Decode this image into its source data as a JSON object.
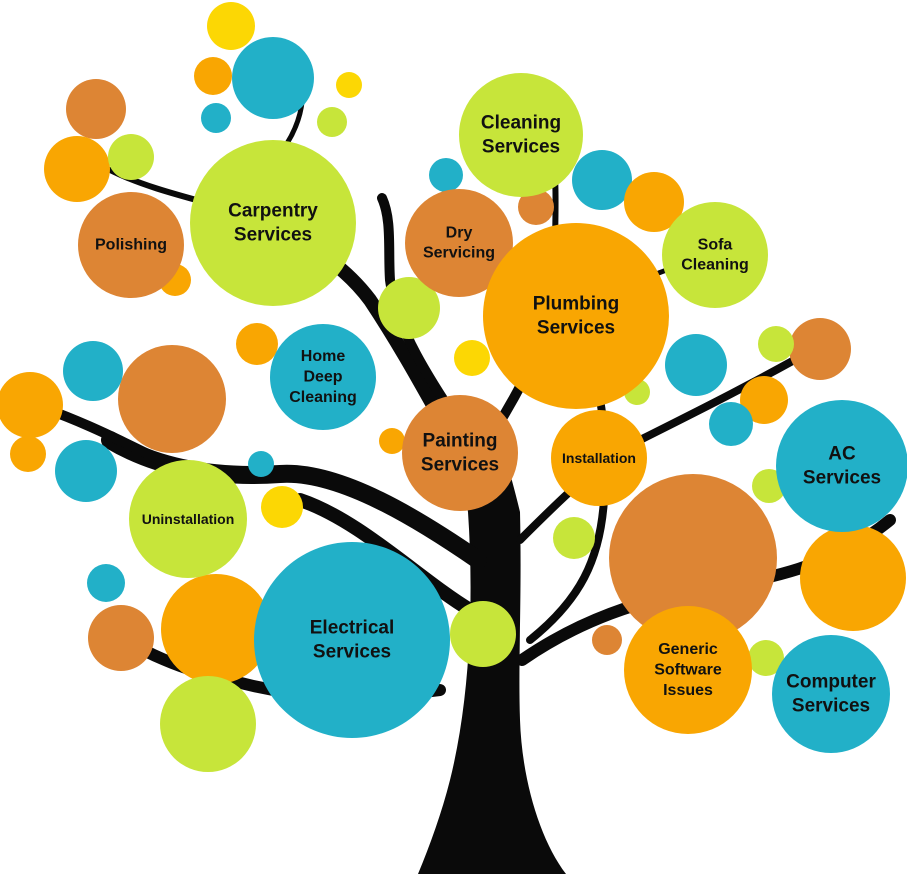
{
  "colors": {
    "trunk": "#0a0a0a",
    "orange": "#f9a602",
    "brown": "#dd8534",
    "teal": "#22b0c8",
    "lime": "#c7e53a",
    "yellow": "#fcd704"
  },
  "nodes": [
    {
      "id": "carpentry",
      "lines": [
        "Carpentry",
        "Services"
      ],
      "color": "lime"
    },
    {
      "id": "polishing",
      "lines": [
        "Polishing"
      ],
      "color": "brown"
    },
    {
      "id": "cleaning",
      "lines": [
        "Cleaning",
        "Services"
      ],
      "color": "lime"
    },
    {
      "id": "dry-servicing",
      "lines": [
        "Dry",
        "Servicing"
      ],
      "color": "brown"
    },
    {
      "id": "sofa-cleaning",
      "lines": [
        "Sofa",
        "Cleaning"
      ],
      "color": "lime"
    },
    {
      "id": "plumbing",
      "lines": [
        "Plumbing",
        "Services"
      ],
      "color": "orange"
    },
    {
      "id": "home-deep-cleaning",
      "lines": [
        "Home",
        "Deep",
        "Cleaning"
      ],
      "color": "teal"
    },
    {
      "id": "painting",
      "lines": [
        "Painting",
        "Services"
      ],
      "color": "brown"
    },
    {
      "id": "installation",
      "lines": [
        "Installation"
      ],
      "color": "orange"
    },
    {
      "id": "ac",
      "lines": [
        "AC",
        "Services"
      ],
      "color": "teal"
    },
    {
      "id": "uninstallation",
      "lines": [
        "Uninstallation"
      ],
      "color": "lime"
    },
    {
      "id": "electrical",
      "lines": [
        "Electrical",
        "Services"
      ],
      "color": "teal"
    },
    {
      "id": "generic-software",
      "lines": [
        "Generic",
        "Software",
        "Issues"
      ],
      "color": "orange"
    },
    {
      "id": "computer",
      "lines": [
        "Computer",
        "Services"
      ],
      "color": "teal"
    }
  ],
  "decor": [
    {
      "color": "yellow"
    },
    {
      "color": "orange"
    },
    {
      "color": "teal"
    },
    {
      "color": "teal"
    },
    {
      "color": "yellow"
    },
    {
      "color": "lime"
    },
    {
      "color": "brown"
    },
    {
      "color": "orange"
    },
    {
      "color": "lime"
    },
    {
      "color": "orange"
    },
    {
      "color": "teal"
    },
    {
      "color": "brown"
    },
    {
      "color": "teal"
    },
    {
      "color": "orange"
    },
    {
      "color": "lime"
    },
    {
      "color": "orange"
    },
    {
      "color": "yellow"
    },
    {
      "color": "lime"
    },
    {
      "color": "brown"
    },
    {
      "color": "teal"
    },
    {
      "color": "orange"
    },
    {
      "color": "orange"
    },
    {
      "color": "teal"
    },
    {
      "color": "yellow"
    },
    {
      "color": "teal"
    },
    {
      "color": "lime"
    },
    {
      "color": "brown"
    },
    {
      "color": "orange"
    },
    {
      "color": "lime"
    },
    {
      "color": "orange"
    },
    {
      "color": "lime"
    },
    {
      "color": "lime"
    },
    {
      "color": "teal"
    },
    {
      "color": "brown"
    },
    {
      "color": "teal"
    },
    {
      "color": "orange"
    },
    {
      "color": "teal"
    },
    {
      "color": "lime"
    },
    {
      "color": "brown"
    },
    {
      "color": "orange"
    },
    {
      "color": "lime"
    },
    {
      "color": "brown"
    }
  ]
}
